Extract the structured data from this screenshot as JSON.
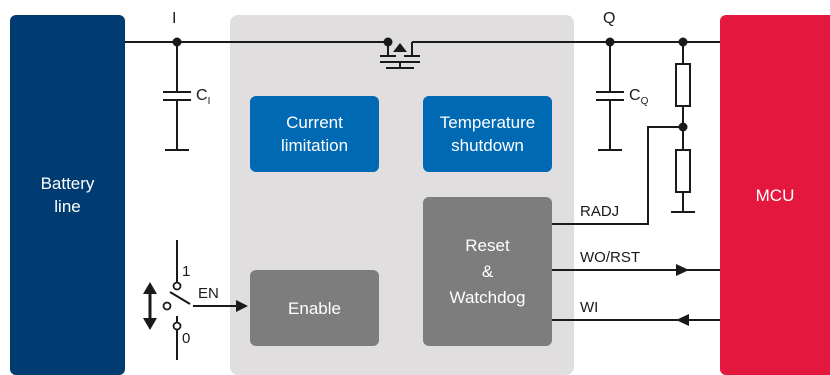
{
  "colors": {
    "battery": "#003c71",
    "mcu": "#e4183e",
    "ic_body": "#e1dedf",
    "blue_block": "#0069b4",
    "gray_block": "#7d7d7d",
    "wire": "#1a1a1a"
  },
  "blocks": {
    "battery_line": [
      "Battery",
      "line"
    ],
    "mcu": "MCU",
    "current_limitation": [
      "Current",
      "limitation"
    ],
    "temperature_shutdown": [
      "Temperature",
      "shutdown"
    ],
    "enable": "Enable",
    "reset_watchdog": [
      "Reset",
      "&",
      "Watchdog"
    ]
  },
  "pins": {
    "input": "I",
    "output": "Q",
    "enable": "EN",
    "radj": "RADJ",
    "wo_rst": "WO/RST",
    "wi": "WI"
  },
  "capacitors": {
    "input_main": "C",
    "input_sub": "I",
    "output_main": "C",
    "output_sub": "Q"
  },
  "switch": {
    "pos_on": "1",
    "pos_off": "0"
  },
  "icons": [
    "mosfet-icon",
    "capacitor-icon",
    "resistor-icon",
    "switch-icon",
    "arrow-icon",
    "ground-icon"
  ]
}
